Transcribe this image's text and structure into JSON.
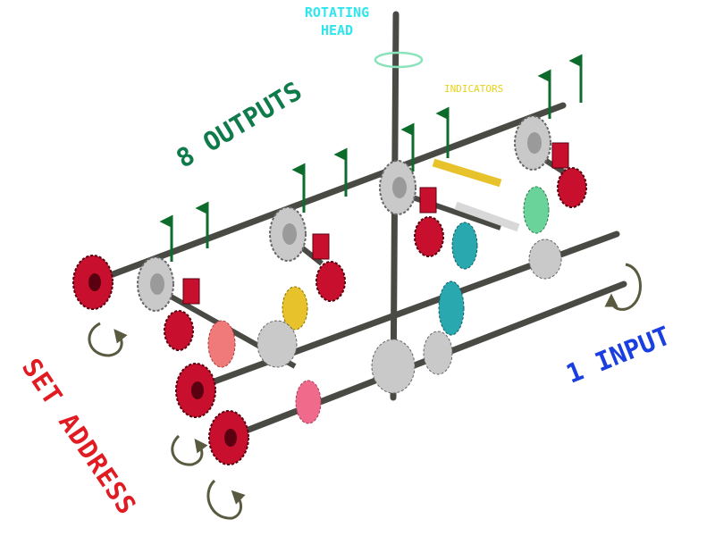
{
  "labels": {
    "rotating_head": [
      "ROTATING",
      "HEAD"
    ],
    "indicators": "INDICATORS",
    "outputs": "8 OUTPUTS",
    "input": "1 INPUT",
    "address": "SET ADDRESS"
  },
  "colors": {
    "rotating_head": "#2ee6ee",
    "indicators": "#e8d21b",
    "outputs": "#0f7a4a",
    "input": "#1a3fe0",
    "address": "#e01b22",
    "axle": "#4a4a45",
    "gear_red": "#c8102e",
    "gear_gray": "#c9c9c9",
    "gear_yellow": "#e8c22a",
    "gear_teal": "#2aa8b0",
    "gear_green": "#69d39a",
    "gear_pink": "#f06a8c",
    "arrow_green": "#0d6b2b",
    "rotation_arrow": "#5a5a40"
  },
  "icons": {
    "output_indicator": "green-up-arrow-icon",
    "rotation": "rotation-arrow-icon"
  }
}
